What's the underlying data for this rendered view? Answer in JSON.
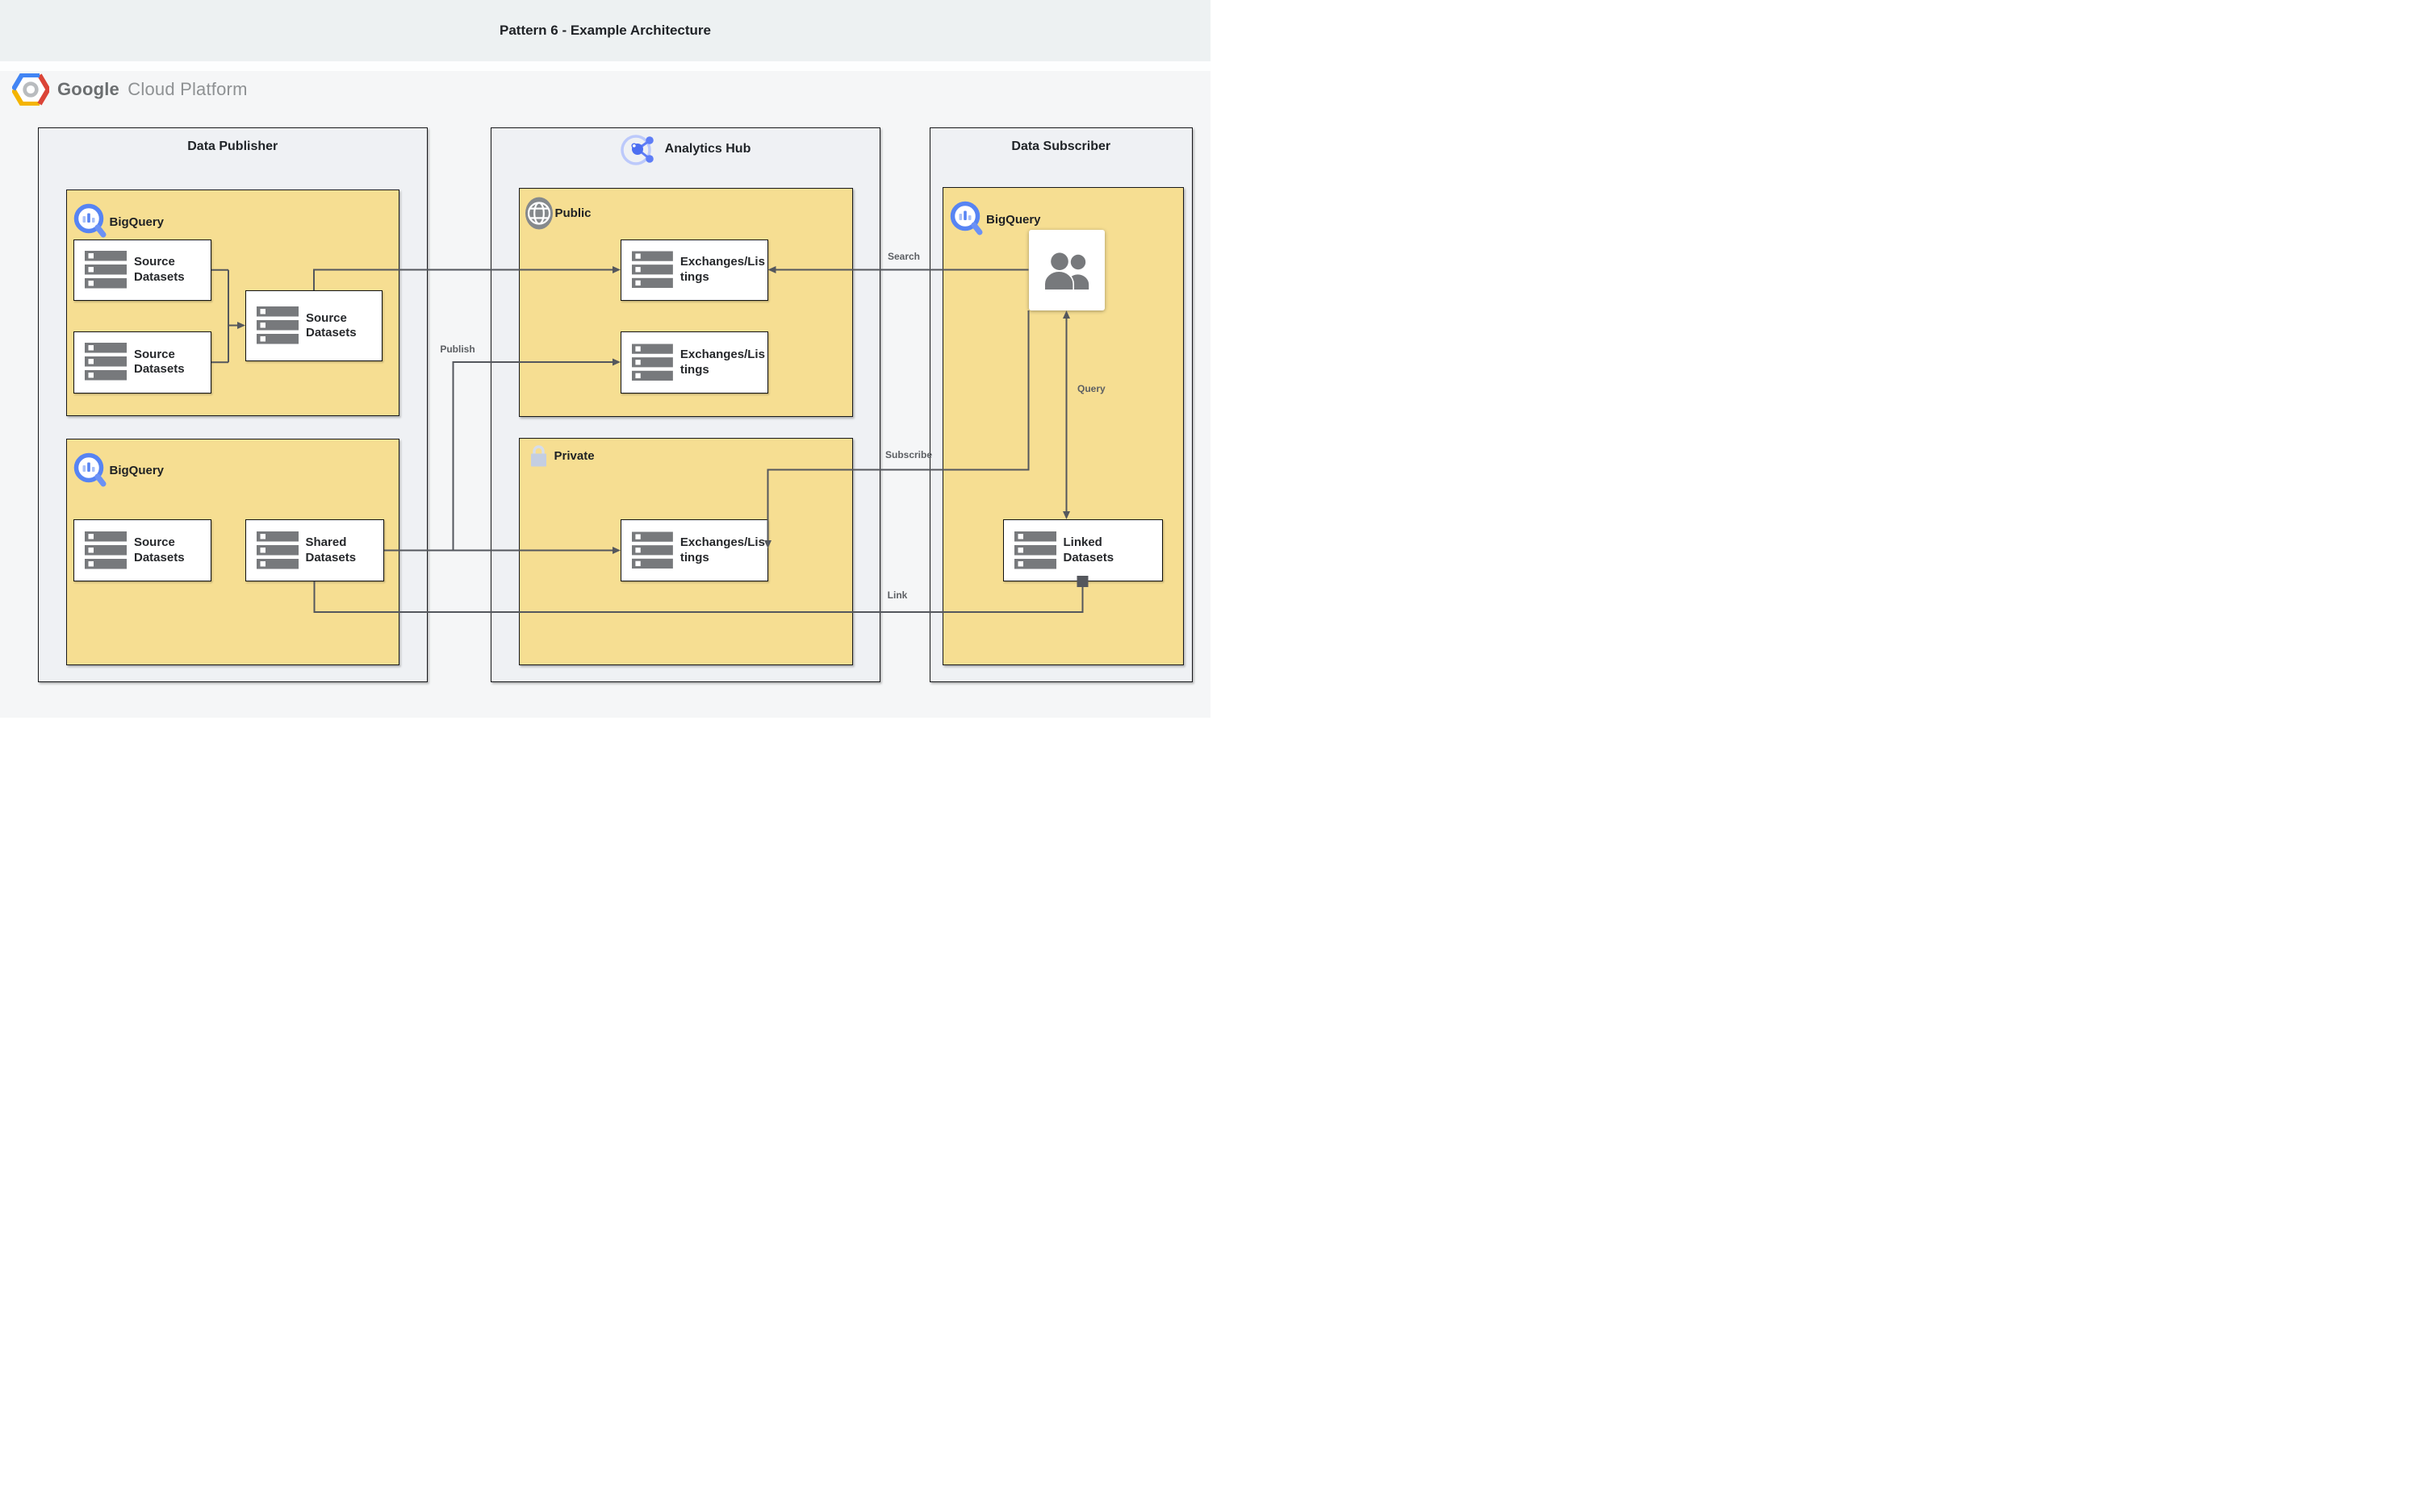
{
  "header": {
    "title": "Pattern 6 - Example Architecture"
  },
  "brand": {
    "name": "Google",
    "suffix": "Cloud Platform"
  },
  "containers": {
    "publisher": {
      "title": "Data Publisher"
    },
    "hub": {
      "title": "Analytics Hub"
    },
    "subscriber": {
      "title": "Data Subscriber"
    }
  },
  "groups": {
    "publisher_bq_top": {
      "label": "BigQuery"
    },
    "publisher_bq_bottom": {
      "label": "BigQuery"
    },
    "hub_public": {
      "label": "Public"
    },
    "hub_private": {
      "label": "Private"
    },
    "subscriber_bq": {
      "label": "BigQuery"
    }
  },
  "nodes": {
    "source_a": {
      "label": "Source Datasets"
    },
    "source_b": {
      "label": "Source Datasets"
    },
    "source_merged": {
      "label": "Source Datasets"
    },
    "source_bottom": {
      "label": "Source Datasets"
    },
    "shared": {
      "label": "Shared Datasets"
    },
    "exchanges_public_1": {
      "label": "Exchanges/Listings"
    },
    "exchanges_public_2": {
      "label": "Exchanges/Listings"
    },
    "exchanges_private": {
      "label": "Exchanges/Listings"
    },
    "linked": {
      "label": "Linked Datasets"
    }
  },
  "connectors": {
    "search": {
      "label": "Search"
    },
    "publish": {
      "label": "Publish"
    },
    "subscribe": {
      "label": "Subscribe"
    },
    "query": {
      "label": "Query"
    },
    "link": {
      "label": "Link"
    }
  },
  "icons": {
    "gcp_logo": "gcp-hexagon-logo",
    "bigquery": "bigquery-magnifier-icon",
    "analytics_hub": "analytics-hub-share-icon",
    "public": "globe-icon",
    "private": "lock-icon",
    "datasets": "datasets-stack-icon",
    "users": "users-icon"
  },
  "colors": {
    "header_bg": "#EDF1F2",
    "canvas_bg": "#F5F6F7",
    "container_fill": "#EFF1F4",
    "group_fill": "#F6DE92",
    "node_fill": "#FFFFFF",
    "wire": "#54575D",
    "wire_label": "#5C5F63",
    "title_text": "#1F2327",
    "bigquery_blue": "#5784F3",
    "hub_blue": "#4D6FF1",
    "icon_gray": "#77797C",
    "lock_gray": "#C4CEE2"
  }
}
